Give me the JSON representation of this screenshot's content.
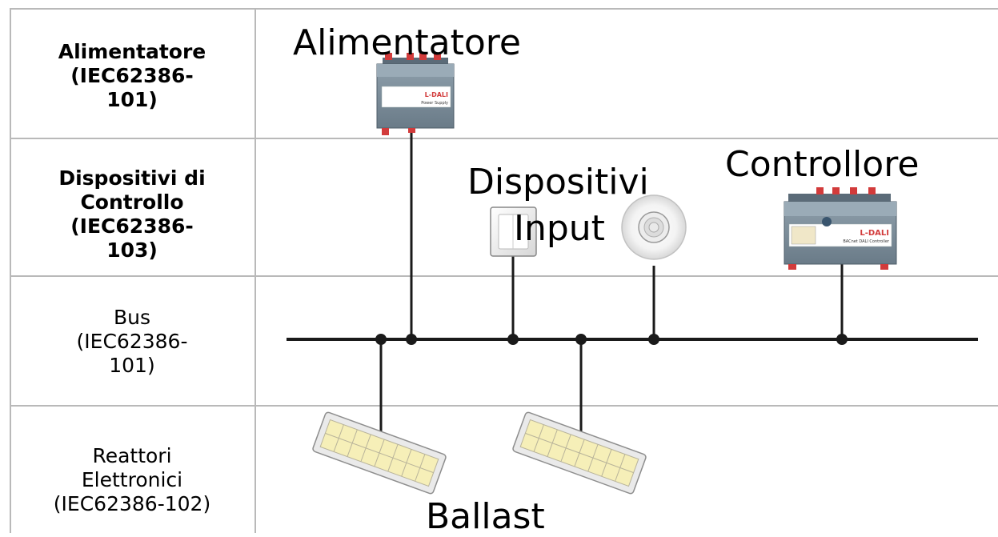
{
  "rows": [
    {
      "line1": "Alimentatore",
      "line2": "(IEC62386-",
      "line3": "101)"
    },
    {
      "line1": "Dispositivi di",
      "line2": "Controllo",
      "line3": "(IEC62386-",
      "line4": "103)"
    },
    {
      "line1": "Bus",
      "line2": "(IEC62386-",
      "line3": "101)"
    },
    {
      "line1": "Reattori",
      "line2": "Elettronici",
      "line3": "(IEC62386-102)"
    }
  ],
  "labels": {
    "power_supply": "Alimentatore",
    "input_line1": "Dispositivi",
    "input_line2": "Input",
    "controller": "Controllore",
    "ballast": "Ballast"
  },
  "device_text": {
    "psu_brand": "L-DALI",
    "psu_sub": "Power Supply",
    "ctrl_brand": "L-DALI",
    "ctrl_sub": "BACnet DALI Controller"
  },
  "colors": {
    "grid": "#b9b9b9",
    "bus": "#1a1a1a",
    "device_body": "#7b8d9a",
    "terminal": "#d23b3b",
    "lamp_cell": "#f6efb8"
  }
}
